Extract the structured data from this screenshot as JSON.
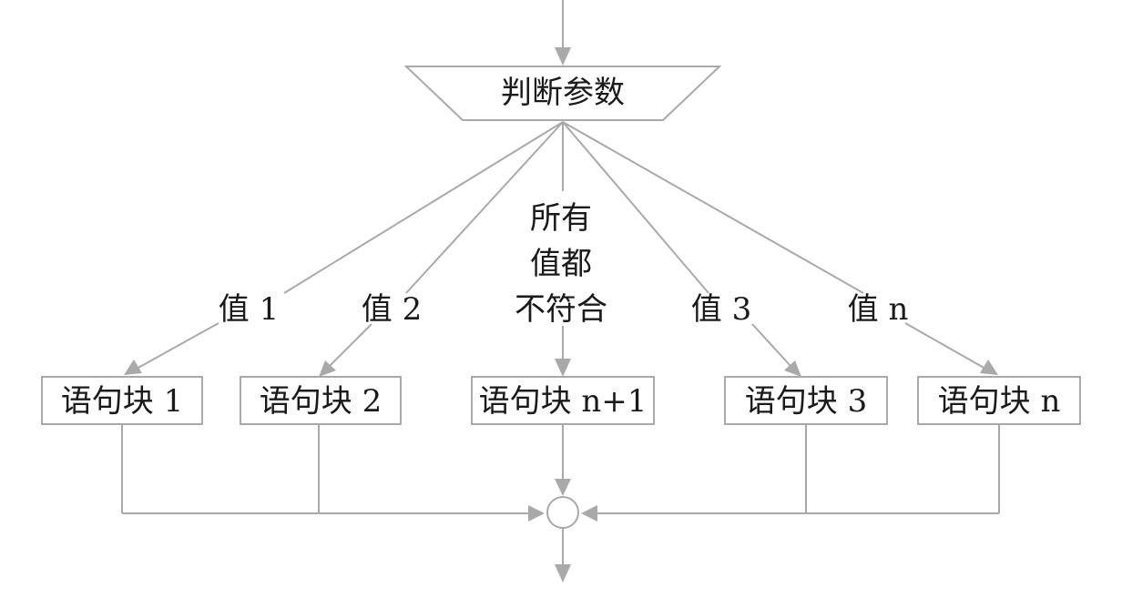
{
  "decision": {
    "label": "判断参数"
  },
  "branches": {
    "value_1": "值 1",
    "value_2": "值 2",
    "none_match_line1": "所有",
    "none_match_line2": "值都",
    "none_match_line3": "不符合",
    "value_3": "值 3",
    "value_n": "值 n"
  },
  "blocks": {
    "block_1": "语句块 1",
    "block_2": "语句块 2",
    "block_n_plus_1": "语句块 n+1",
    "block_3": "语句块 3",
    "block_n": "语句块 n"
  },
  "colors": {
    "line": "#a9a9a9",
    "text": "#1a1a1a"
  }
}
